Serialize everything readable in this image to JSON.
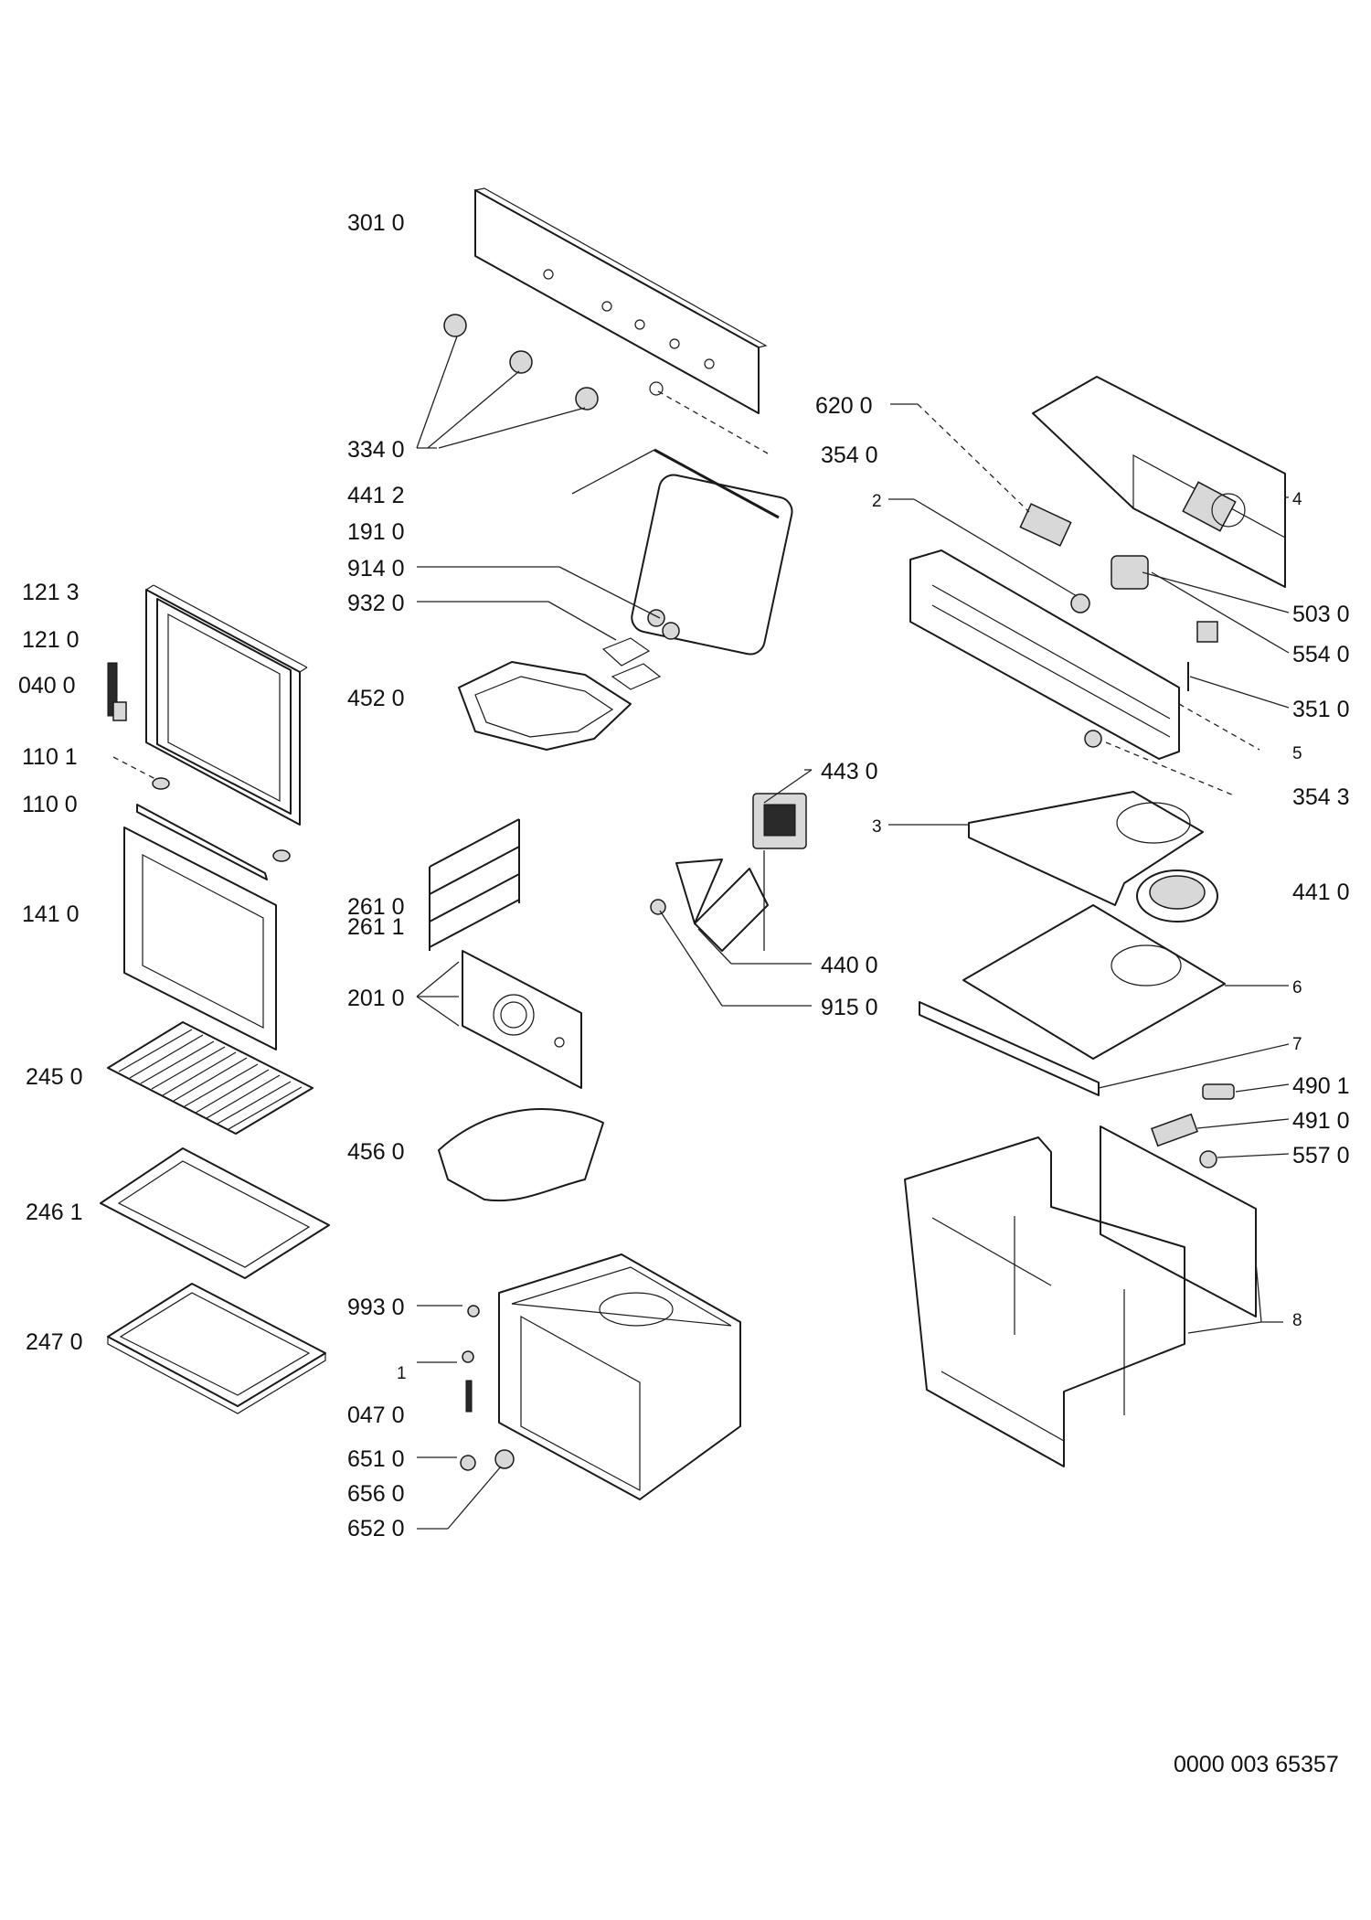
{
  "diagram": {
    "labels": {
      "l3010": "301 0",
      "l3340": "334 0",
      "l4412": "441 2",
      "l1910": "191 0",
      "l9140": "914 0",
      "l9320": "932 0",
      "l4520": "452 0",
      "l1213": "121 3",
      "l1210": "121 0",
      "l0400": "040 0",
      "l1101": "110 1",
      "l1100": "110 0",
      "l1410": "141 0",
      "l2450": "245 0",
      "l2461": "246 1",
      "l2470": "247 0",
      "l2610": "261 0",
      "l2611": "261 1",
      "l2010": "201 0",
      "l4560": "456 0",
      "l9930": "993 0",
      "l1": "1",
      "l0470": "047 0",
      "l6510": "651 0",
      "l6560": "656 0",
      "l6520": "652 0",
      "l6200": "620 0",
      "l3540": "354 0",
      "l2": "2",
      "l4": "4",
      "l5030": "503 0",
      "l5540": "554 0",
      "l3510": "351 0",
      "l5": "5",
      "l3543": "354 3",
      "l4430": "443 0",
      "l3": "3",
      "l4410": "441 0",
      "l4400": "440 0",
      "l9150": "915 0",
      "l6": "6",
      "l7": "7",
      "l4901": "490 1",
      "l4910": "491 0",
      "l5570": "557 0",
      "l8": "8"
    },
    "document_code": "0000 003 65357"
  }
}
